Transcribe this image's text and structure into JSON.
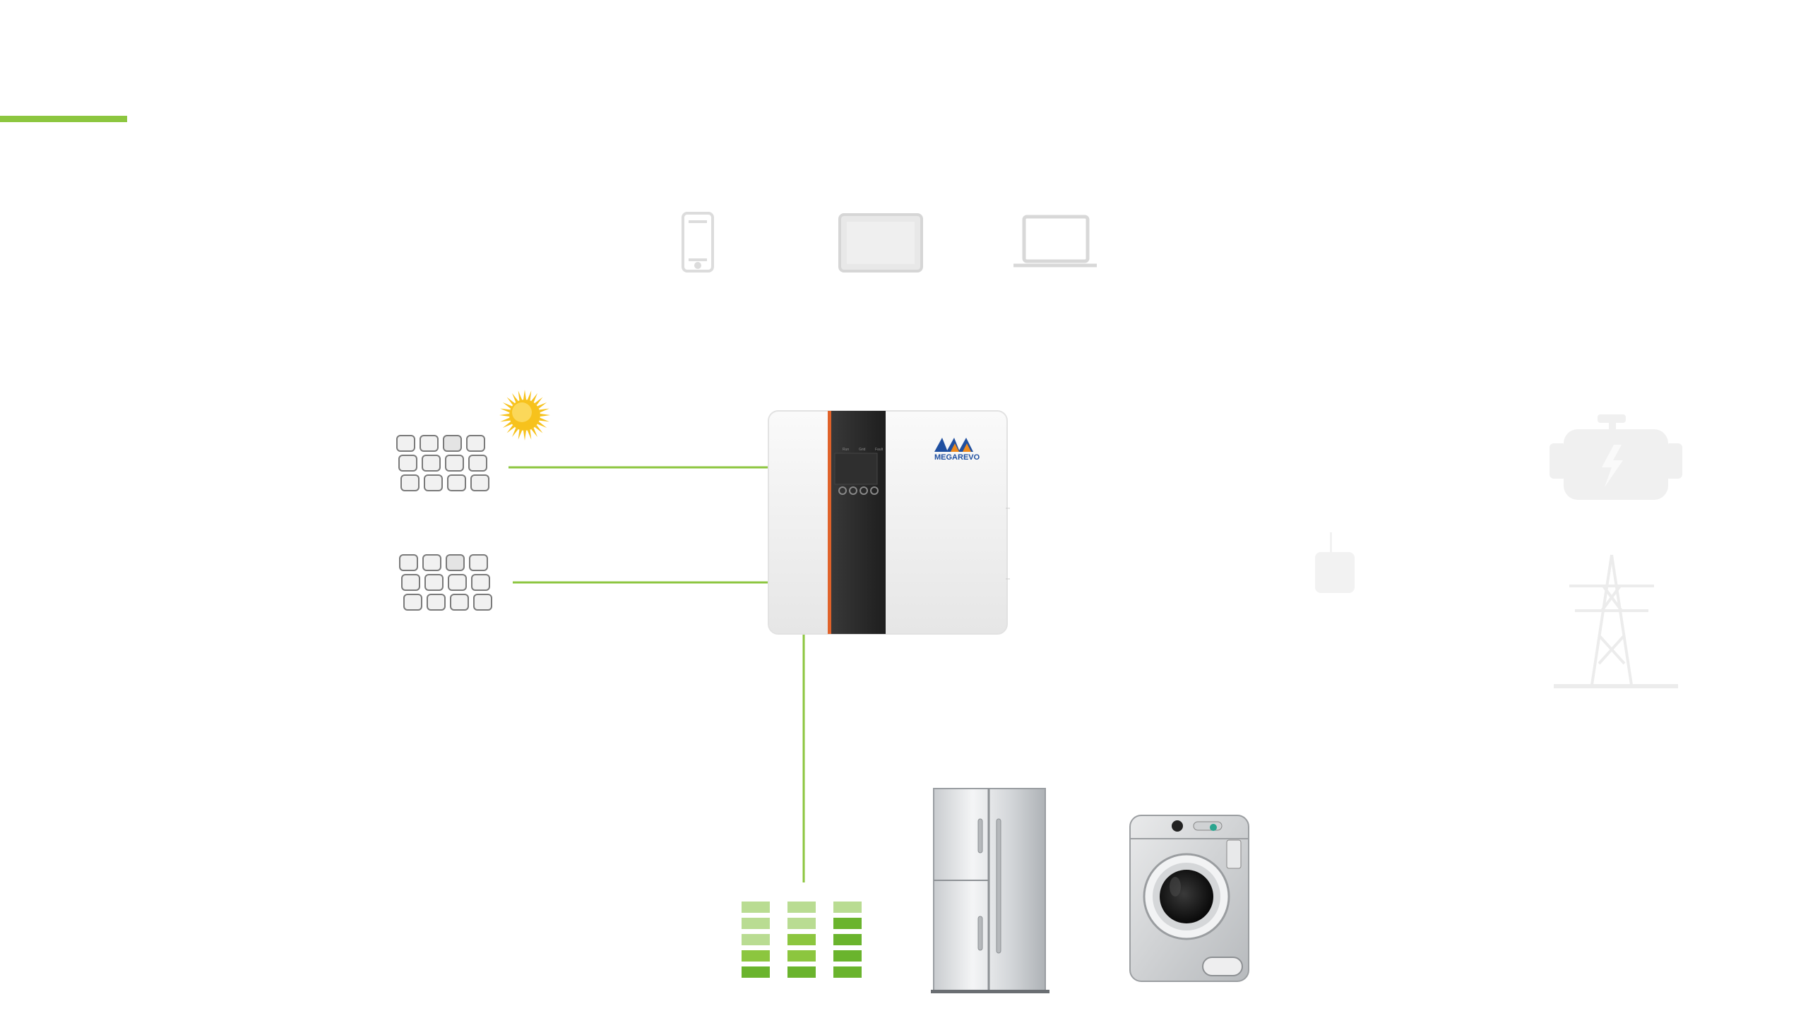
{
  "colors": {
    "accent": "#8cc63f",
    "line": "#8cc63f",
    "faded_icon": "#d8d8d8",
    "inverter_body": "#f2f2f2",
    "inverter_stripe": "#2b2b2b",
    "inverter_orange": "#e0622a",
    "brand_blue": "#1f4fa0",
    "brand_orange": "#f08a1c",
    "sun": "#f7c21c",
    "battery_light": "#b9dc92",
    "battery_mid": "#8cc63f",
    "battery_dark": "#6ab42d"
  },
  "inverter": {
    "brand": "MEGAREVO",
    "indicators": [
      "Run",
      "Grid",
      "Fault"
    ]
  },
  "devices": {
    "top": [
      "phone-icon",
      "tablet-icon",
      "laptop-icon"
    ],
    "right": [
      "generator-icon",
      "meter-icon",
      "pylon-icon"
    ]
  },
  "loads": [
    "refrigerator-icon",
    "washing-machine-icon"
  ],
  "pv": [
    "solar-panel-top",
    "solar-panel-bottom"
  ],
  "battery": {
    "columns": 3,
    "rows": 5
  }
}
